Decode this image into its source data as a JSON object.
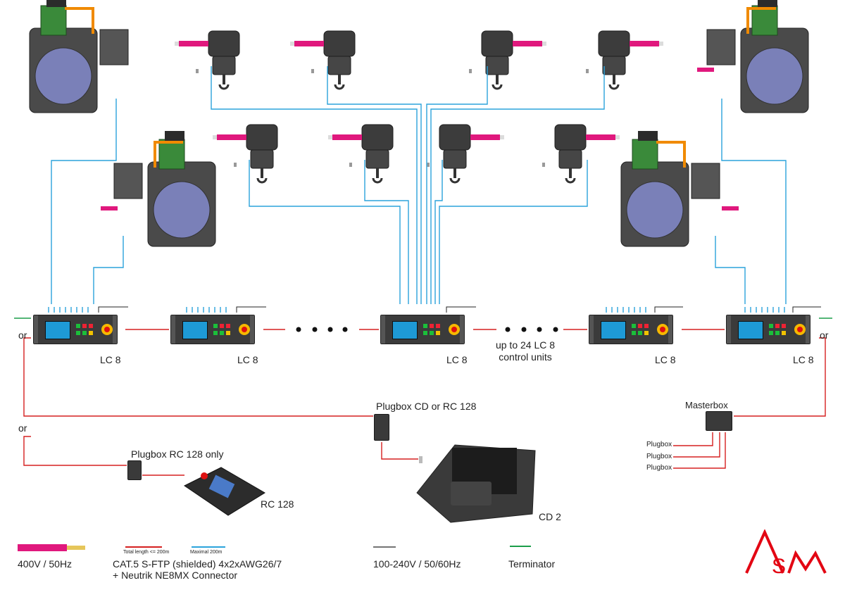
{
  "labels": {
    "lc8": "LC 8",
    "or": "or",
    "chain_count": "up to 24 LC 8\ncontrol units",
    "plugbox_cd_rc": "Plugbox CD or RC 128",
    "masterbox": "Masterbox",
    "plugbox": "Plugbox",
    "plugbox_rc_only": "Plugbox RC 128 only",
    "rc128": "RC 128",
    "cd2": "CD 2"
  },
  "legend": {
    "power": "400V / 50Hz",
    "cat5_line1": "CAT.5 S-FTP (shielded)  4x2xAWG26/7",
    "cat5_line2": "+ Neutrik NE8MX Connector",
    "red_cable_note": "Total length <= 200m",
    "blue_cable_note": "Maximal 200m",
    "mains": "100-240V / 50/60Hz",
    "terminator": "Terminator"
  },
  "logo_text": "ASM",
  "colors": {
    "data_cable": "#2ba3dc",
    "link_cable": "#d52020",
    "power_cable": "#e0187d",
    "terminator": "#1c9e4a",
    "mains": "#222222",
    "brand_red": "#e30613",
    "lc_screen": "#1e9ad6"
  }
}
